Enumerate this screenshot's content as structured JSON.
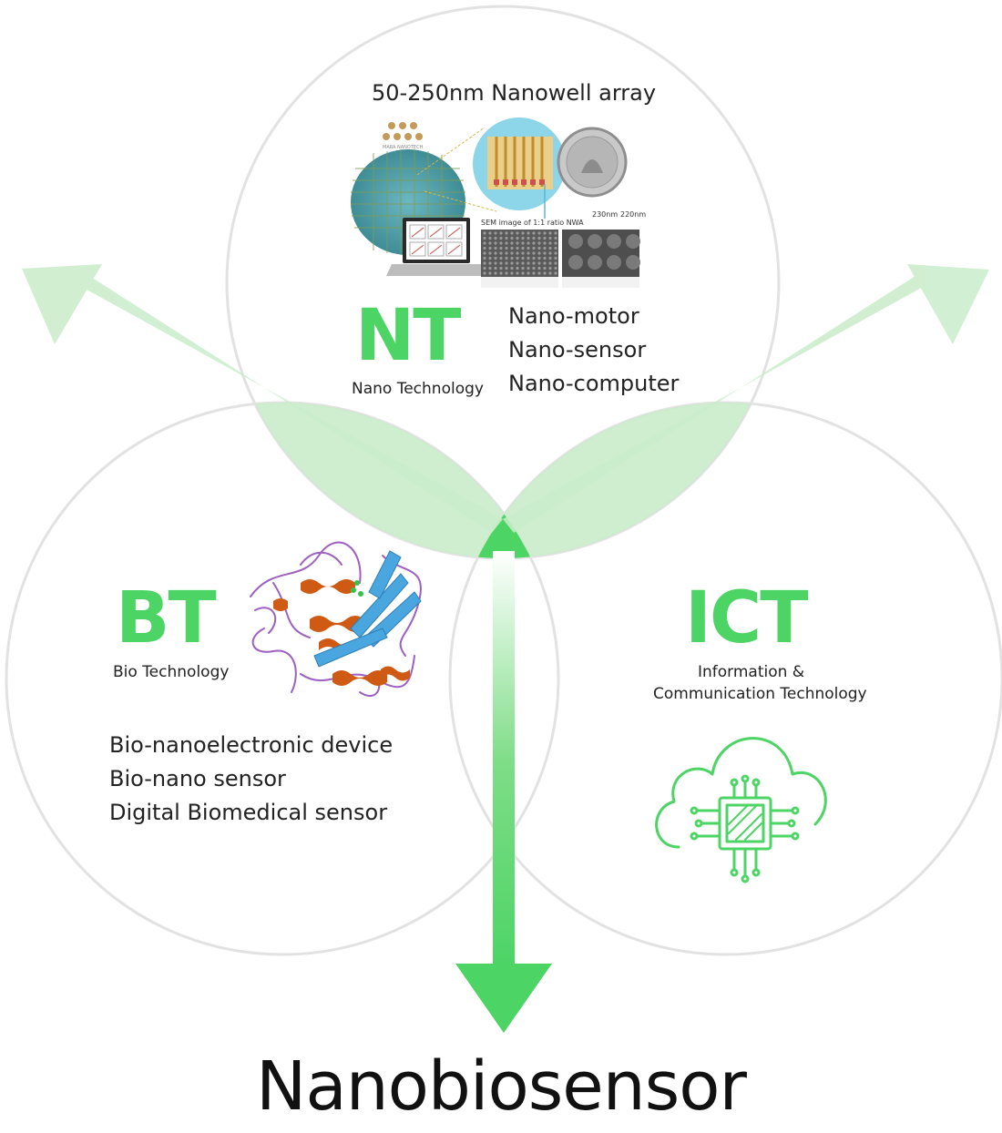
{
  "nt": {
    "caption": "50-250nm Nanowell array",
    "abbr": "NT",
    "full": "Nano Technology",
    "items": [
      "Nano-motor",
      "Nano-sensor",
      "Nano-computer"
    ],
    "image_text": {
      "logo": "MARA NANOTECH",
      "sem_title": "SEM image of 1:1 ratio NWA",
      "scale_a": "230nm",
      "scale_b": "220nm"
    }
  },
  "bt": {
    "abbr": "BT",
    "full": "Bio Technology",
    "items": [
      "Bio-nanoelectronic device",
      "Bio-nano sensor",
      "Digital Biomedical sensor"
    ]
  },
  "ict": {
    "abbr": "ICT",
    "full_line1": "Information &",
    "full_line2": "Communication Technology",
    "icon": "cloud-chip-icon"
  },
  "result": "Nanobiosensor",
  "colors": {
    "accent": "#4cd464",
    "arrow_light": "#c9ecca",
    "circle_stroke": "#e2e2e2"
  }
}
